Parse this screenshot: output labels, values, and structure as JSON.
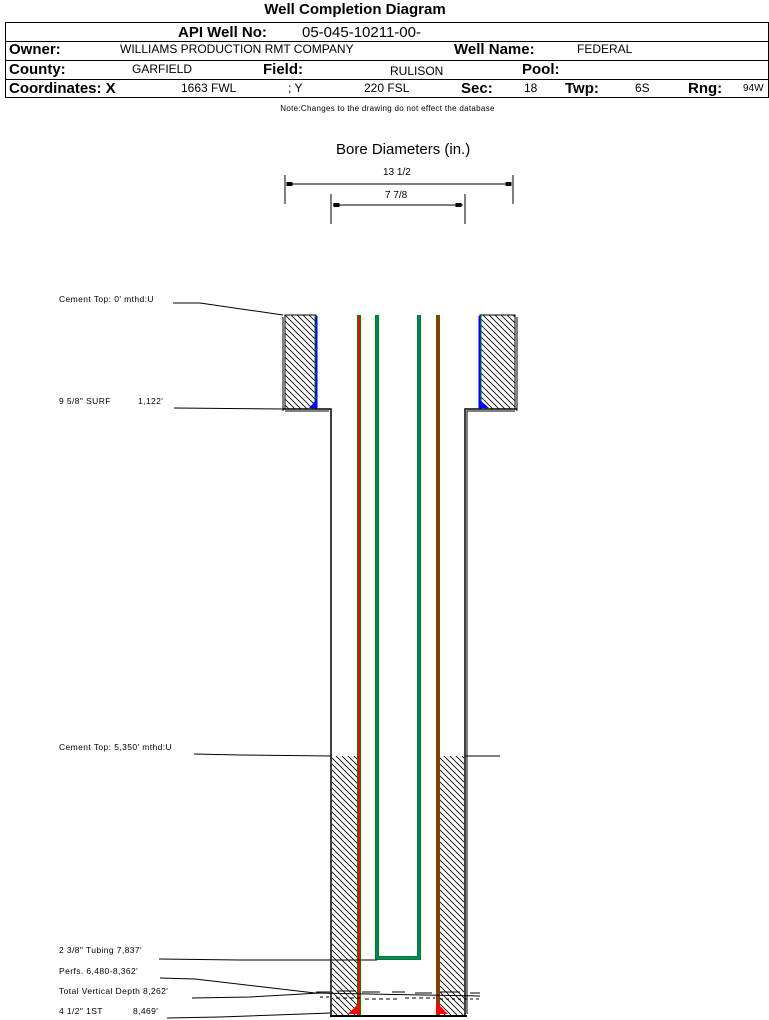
{
  "title": "Well Completion Diagram",
  "header": {
    "api_label": "API Well No:",
    "api_value": "05-045-10211-00-",
    "owner_label": "Owner:",
    "owner_value": "WILLIAMS PRODUCTION RMT COMPANY",
    "well_name_label": "Well Name:",
    "well_name_value": "FEDERAL",
    "county_label": "County:",
    "county_value": "GARFIELD",
    "field_label": "Field:",
    "field_value": "RULISON",
    "pool_label": "Pool:",
    "pool_value": "",
    "coord_label": "Coordinates: X",
    "coord_x_value": "1663 FWL",
    "coord_y_label": "; Y",
    "coord_y_value": "220 FSL",
    "sec_label": "Sec:",
    "sec_value": "18",
    "twp_label": "Twp:",
    "twp_value": "6S",
    "rng_label": "Rng:",
    "rng_value": "94W"
  },
  "note": "Note:Changes to the drawing do not effect the database",
  "bore": {
    "title": "Bore Diameters (in.)",
    "diameters": [
      "13 1/2",
      "7 7/8"
    ]
  },
  "annotations": {
    "cement_top_surface": "Cement Top: 0' mthd:U",
    "surface_casing": "9 5/8\" SURF",
    "surface_casing_depth": "1,122'",
    "cement_top_production": "Cement Top: 5,350' mthd:U",
    "tubing": "2 3/8\" Tubing 7,837'",
    "perfs": "Perfs. 6,480-8,362'",
    "tvd": "Total Vertical Depth 8,262'",
    "production_casing": "4 1/2\" 1ST",
    "production_casing_depth": "8,469'"
  },
  "colors": {
    "casing_green": "#008000",
    "casing_red": "#ff0000",
    "tubing_teal": "#008080",
    "shoe_blue": "#0000ff"
  }
}
